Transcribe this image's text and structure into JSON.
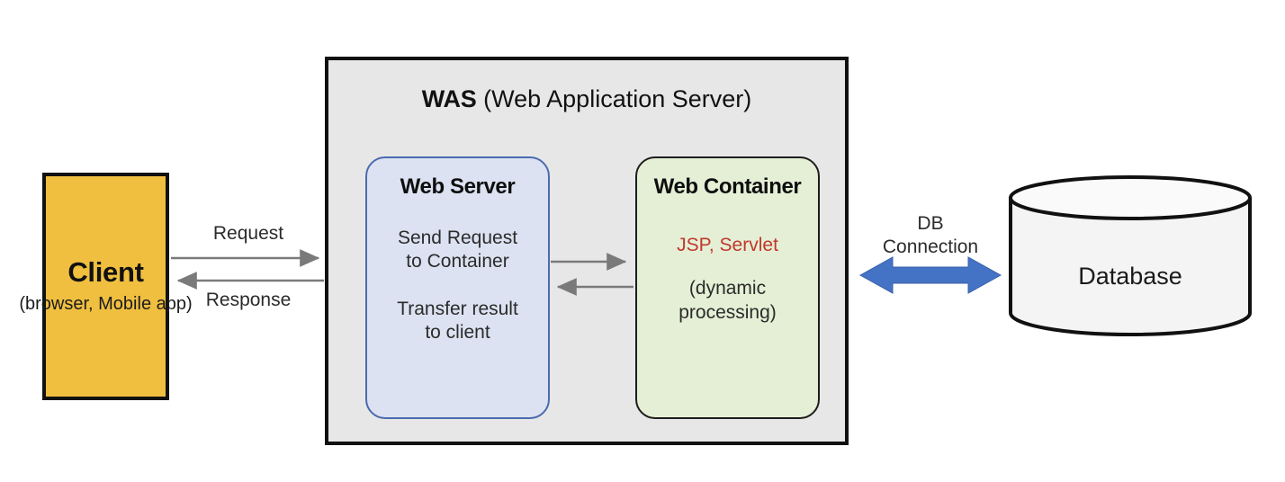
{
  "diagram": {
    "title_visible": false,
    "client": {
      "title": "Client",
      "subtitle": "(browser,\nMobile app)",
      "fill": "#F0BF40",
      "border": "#111111"
    },
    "was": {
      "abbr": "WAS",
      "full": " (Web Application Server)",
      "fill": "#E7E7E7",
      "border": "#111111",
      "panels": [
        {
          "name": "web-server",
          "title": "Web Server",
          "line1": "Send Request\nto Container",
          "line2": "Transfer result\nto client",
          "fill": "#DCE2F1",
          "border": "#4A6BAF"
        },
        {
          "name": "web-container",
          "title": "Web Container",
          "line1": "JSP, Servlet",
          "line2": "(dynamic\nprocessing)",
          "fill": "#E5EFD6",
          "border": "#1d1d1d",
          "accent_color": "#C0392B"
        }
      ]
    },
    "database": {
      "label": "Database",
      "fill": "#F4F4F4",
      "border": "#111111"
    },
    "flows": [
      {
        "name": "request",
        "label": "Request",
        "direction": "right",
        "color": "#7a7a7a"
      },
      {
        "name": "response",
        "label": "Response",
        "direction": "left",
        "color": "#7a7a7a"
      },
      {
        "name": "server-to-container",
        "label": "",
        "direction": "right",
        "color": "#7a7a7a"
      },
      {
        "name": "container-to-server",
        "label": "",
        "direction": "left",
        "color": "#7a7a7a"
      },
      {
        "name": "db-connection",
        "label": "DB\nConnection",
        "direction": "both",
        "color": "#4472C4"
      }
    ]
  }
}
